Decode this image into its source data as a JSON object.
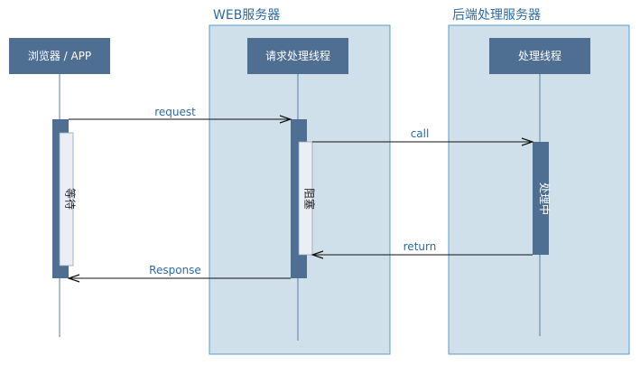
{
  "diagram": {
    "zones": {
      "web": {
        "title": "WEB服务器"
      },
      "backend": {
        "title": "后端处理服务器"
      }
    },
    "participants": {
      "browser": {
        "label": "浏览器 / APP"
      },
      "request_thread": {
        "label": "请求处理线程"
      },
      "process_thread": {
        "label": "处理线程"
      }
    },
    "activations": {
      "wait": {
        "label": "等待"
      },
      "block": {
        "label": "阻塞"
      },
      "processing": {
        "label": "处理中"
      }
    },
    "messages": {
      "request": {
        "label": "request"
      },
      "call": {
        "label": "call"
      },
      "return": {
        "label": "return"
      },
      "response": {
        "label": "Response"
      }
    },
    "colors": {
      "zone_fill": "#cfe0ea",
      "zone_border": "#5b9bd0",
      "participant_fill": "#4e6e92",
      "activation_light": "#eceef4",
      "arrow": "#111111",
      "lifeline": "#5a7ea6",
      "title_text": "#2e6a9f"
    }
  }
}
